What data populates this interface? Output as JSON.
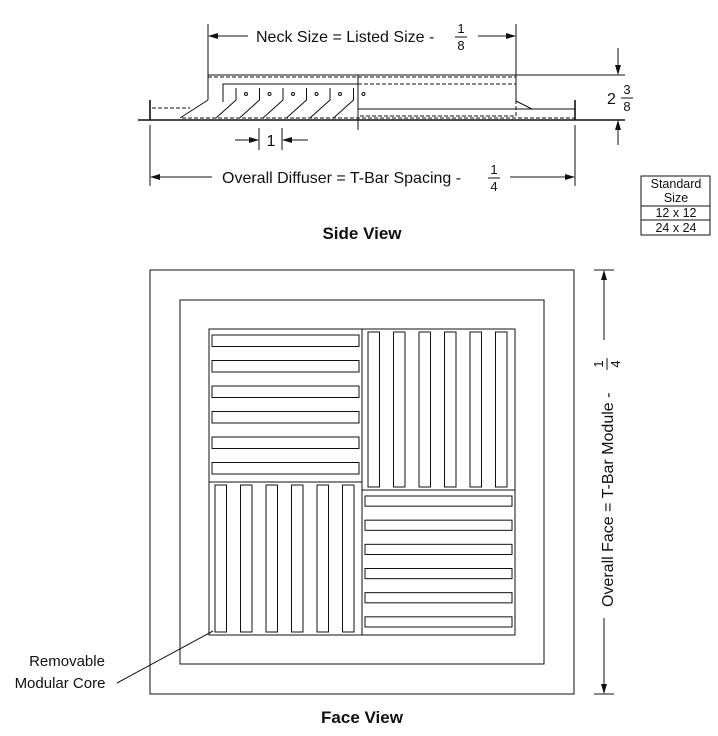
{
  "side_view": {
    "title": "Side View",
    "neck_label": "Neck Size = Listed Size - ",
    "neck_frac_num": "1",
    "neck_frac_den": "8",
    "overall_label": "Overall Diffuser = T-Bar Spacing - ",
    "overall_frac_num": "1",
    "overall_frac_den": "4",
    "height_whole": "2",
    "height_frac_num": "3",
    "height_frac_den": "8",
    "spacing": "1"
  },
  "size_table": {
    "header": "Standard Size",
    "rows": [
      "12 x 12",
      "24 x 24"
    ]
  },
  "face_view": {
    "title": "Face View",
    "face_label": "Overall Face = T-Bar Module - ",
    "face_frac_num": "1",
    "face_frac_den": "4",
    "callout_line1": "Removable",
    "callout_line2": "Modular Core"
  }
}
